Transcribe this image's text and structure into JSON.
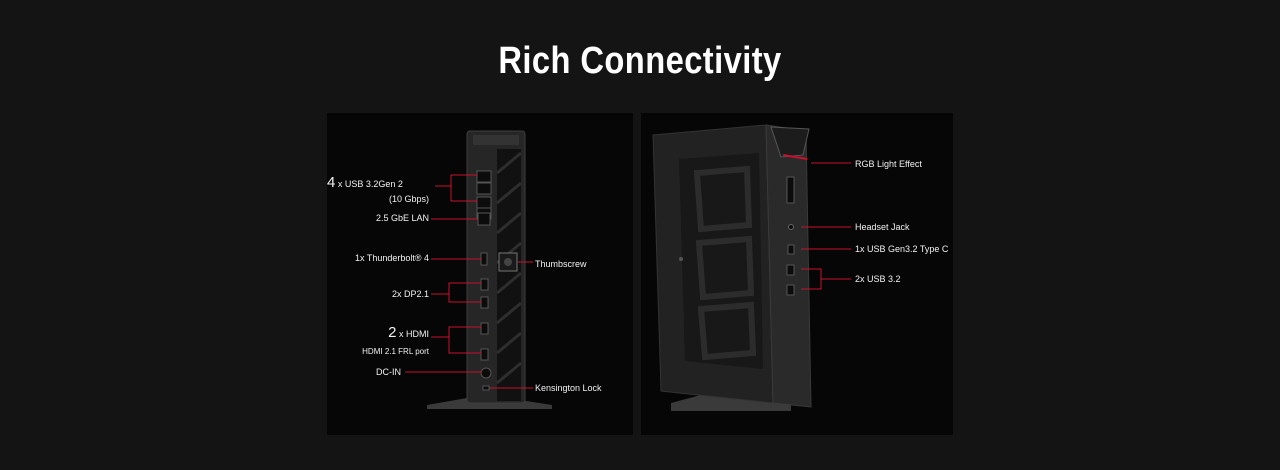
{
  "title": "Rich Connectivity",
  "rear": {
    "usb_count": "4",
    "usb_text": "x USB 3.2Gen 2",
    "usb_speed": "(10 Gbps)",
    "lan": "2.5 GbE LAN",
    "thunderbolt": "1x Thunderbolt® 4",
    "dp": "2x DP2.1",
    "hdmi_count": "2",
    "hdmi_text": "x HDMI",
    "hdmi_sub": "HDMI 2.1 FRL port",
    "dcin": "DC-IN",
    "thumbscrew": "Thumbscrew",
    "kensington": "Kensington Lock"
  },
  "front": {
    "rgb": "RGB Light Effect",
    "headset": "Headset Jack",
    "typec": "1x USB Gen3.2 Type C",
    "usb": "2x USB 3.2"
  },
  "colors": {
    "accent": "#c8102e",
    "background": "#141414",
    "panel": "#060606"
  }
}
